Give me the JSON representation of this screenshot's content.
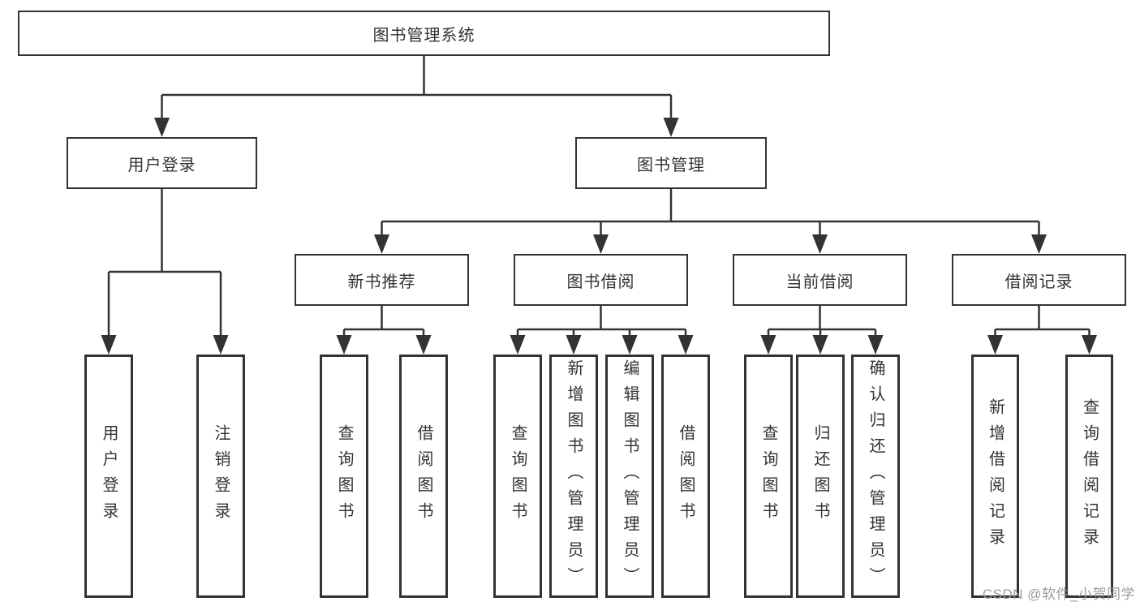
{
  "diagram": {
    "root": {
      "label": "图书管理系统"
    },
    "level2": {
      "user_login": {
        "label": "用户登录"
      },
      "book_management": {
        "label": "图书管理"
      }
    },
    "level3": {
      "new_book_recommend": {
        "label": "新书推荐"
      },
      "book_borrow": {
        "label": "图书借阅"
      },
      "current_borrow": {
        "label": "当前借阅"
      },
      "borrow_records": {
        "label": "借阅记录"
      }
    },
    "leaves": {
      "login": [
        "用户登录",
        "注销登录"
      ],
      "recommend": [
        "查询图书",
        "借阅图书"
      ],
      "borrow": [
        "查询图书",
        "新增图书（管理员）",
        "编辑图书（管理员）",
        "借阅图书"
      ],
      "current": [
        "查询图书",
        "归还图书",
        "确认归还（管理员）"
      ],
      "records": [
        "新增借阅记录",
        "查询借阅记录"
      ]
    }
  },
  "watermark": {
    "text": "CSDN @软件_小贺同学"
  },
  "colors": {
    "line": "#333333",
    "text": "#333333",
    "watermark": "#9b9b9b",
    "background": "#ffffff"
  }
}
